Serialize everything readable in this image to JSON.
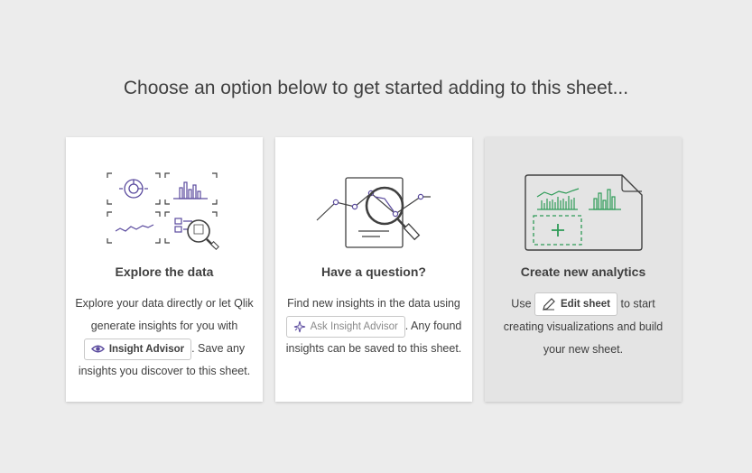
{
  "heading": "Choose an option below to get started adding to this sheet...",
  "cards": [
    {
      "title": "Explore the data",
      "body_before": "Explore your data directly or let Qlik generate insights for you with",
      "button_label": "Insight Advisor",
      "body_after": ". Save any insights you discover to this sheet.",
      "illustration_icon": "dashboard-magnifier-icon",
      "button_icon": "eye-icon",
      "accent_color": "#5a4a9e"
    },
    {
      "title": "Have a question?",
      "body_before": "Find new insights in the data using",
      "button_label": "Ask Insight Advisor",
      "body_after": ". Any found insights can be saved to this sheet.",
      "illustration_icon": "document-chart-magnifier-icon",
      "button_icon": "sparkle-icon",
      "accent_color": "#5a4a9e"
    },
    {
      "title": "Create new analytics",
      "body_before": "Use",
      "button_label": "Edit sheet",
      "body_after": "to start creating visualizations and build your new sheet.",
      "illustration_icon": "new-sheet-charts-icon",
      "button_icon": "pencil-icon",
      "accent_color": "#2e9b57"
    }
  ]
}
